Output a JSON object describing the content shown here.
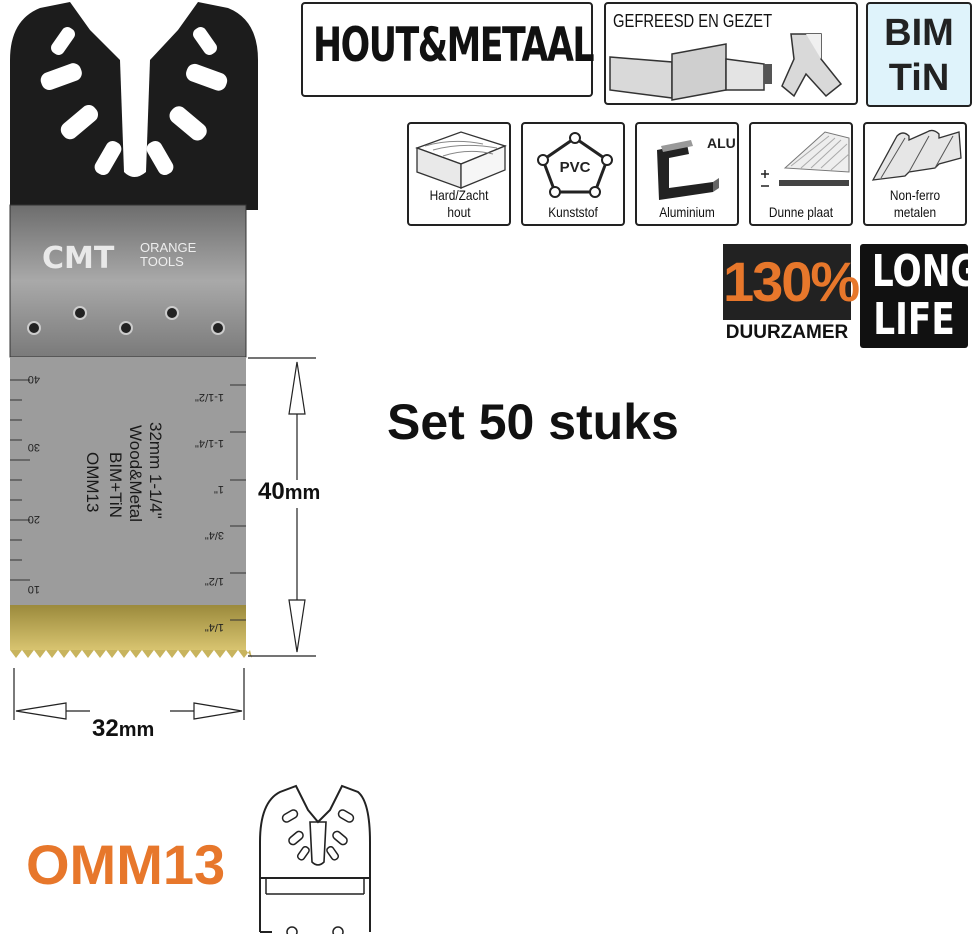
{
  "badges": {
    "material_title": "HOUT&METAAL",
    "cut_type": "GEFREESD EN GEZET",
    "coating_line1": "BIM",
    "coating_line2": "TiN"
  },
  "materials": [
    {
      "line1": "Hard/Zacht",
      "line2": "hout",
      "icon": "wood-plank-icon"
    },
    {
      "line1": "Kunststof",
      "line2": "",
      "icon": "pvc-pentagon-icon",
      "tag": "PVC"
    },
    {
      "line1": "Aluminium",
      "line2": "",
      "icon": "aluminium-profile-icon",
      "tag": "ALU"
    },
    {
      "line1": "Dunne plaat",
      "line2": "",
      "icon": "thin-sheet-icon"
    },
    {
      "line1": "Non-ferro",
      "line2": "metalen",
      "icon": "corrugated-sheet-icon"
    }
  ],
  "durability": {
    "percent": "130%",
    "label": "DUURZAMER"
  },
  "long_life": {
    "line1": "LONG",
    "line2": "LIFE"
  },
  "headline": "Set 50 stuks",
  "blade": {
    "brand": "CMT",
    "brand_sub1": "ORANGE",
    "brand_sub2": "TOOLS",
    "engraving": [
      "OMM13",
      "BIM+TiN",
      "Wood&Metal",
      "32mm 1-1/4\""
    ],
    "metric_ticks": [
      "40",
      "30",
      "20",
      "10"
    ],
    "inch_ticks": [
      "1-1/2\"",
      "1-1/4\"",
      "1\"",
      "3/4\"",
      "1/2\"",
      "1/4\""
    ]
  },
  "dimensions": {
    "height_value": "40",
    "width_value": "32",
    "unit": "mm"
  },
  "model": "OMM13",
  "colors": {
    "accent_orange": "#e7772b",
    "coating_blue": "#dff3fb",
    "dark": "#222222"
  }
}
